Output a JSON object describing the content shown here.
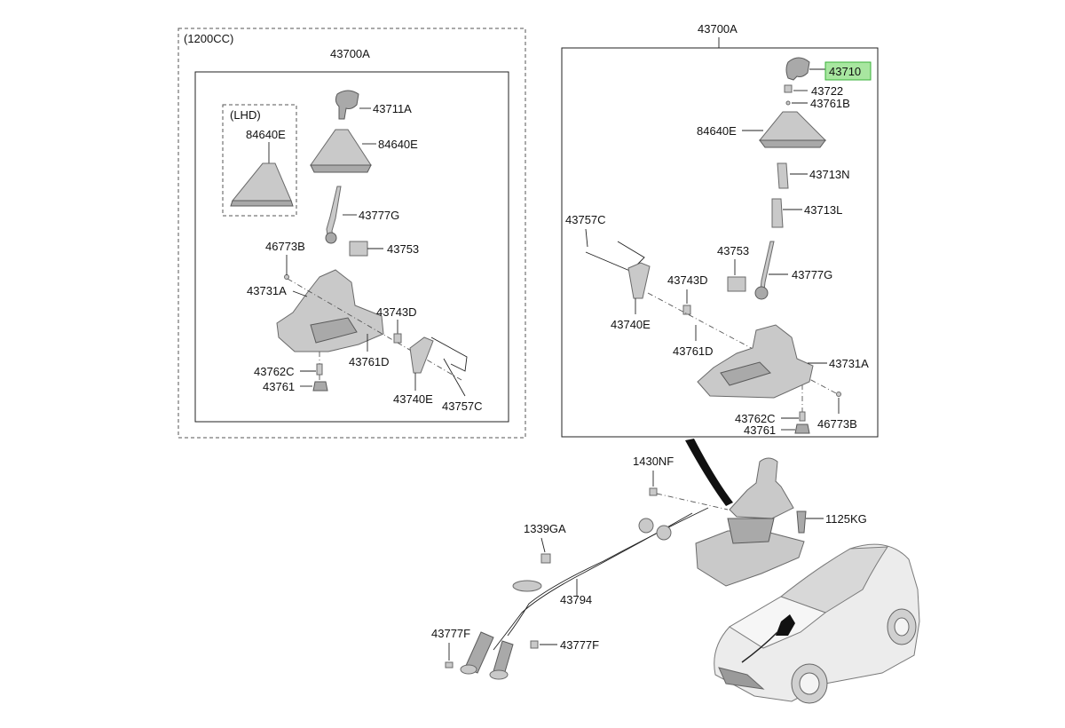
{
  "left_group": {
    "variant_label": "(1200CC)",
    "assembly_label": "43700A",
    "lhd_label": "(LHD)",
    "parts": {
      "p84640E_lhd": "84640E",
      "p43711A": "43711A",
      "p84640E": "84640E",
      "p43777G": "43777G",
      "p46773B": "46773B",
      "p43753": "43753",
      "p43731A": "43731A",
      "p43743D": "43743D",
      "p43761D": "43761D",
      "p43762C": "43762C",
      "p43761": "43761",
      "p43740E": "43740E",
      "p43757C": "43757C"
    }
  },
  "right_group": {
    "assembly_label": "43700A",
    "parts": {
      "p43710": "43710",
      "p43722": "43722",
      "p43761B": "43761B",
      "p84640E": "84640E",
      "p43713N": "43713N",
      "p43713L": "43713L",
      "p43757C": "43757C",
      "p43753": "43753",
      "p43777G": "43777G",
      "p43743D": "43743D",
      "p43740E": "43740E",
      "p43761D": "43761D",
      "p43731A": "43731A",
      "p43762C": "43762C",
      "p46773B": "46773B",
      "p43761": "43761"
    },
    "highlight_color": "#a8e6a0"
  },
  "bottom_group": {
    "parts": {
      "p1430NF": "1430NF",
      "p1125KG": "1125KG",
      "p1339GA": "1339GA",
      "p43794": "43794",
      "p43777F_left": "43777F",
      "p43777F_right": "43777F"
    }
  }
}
